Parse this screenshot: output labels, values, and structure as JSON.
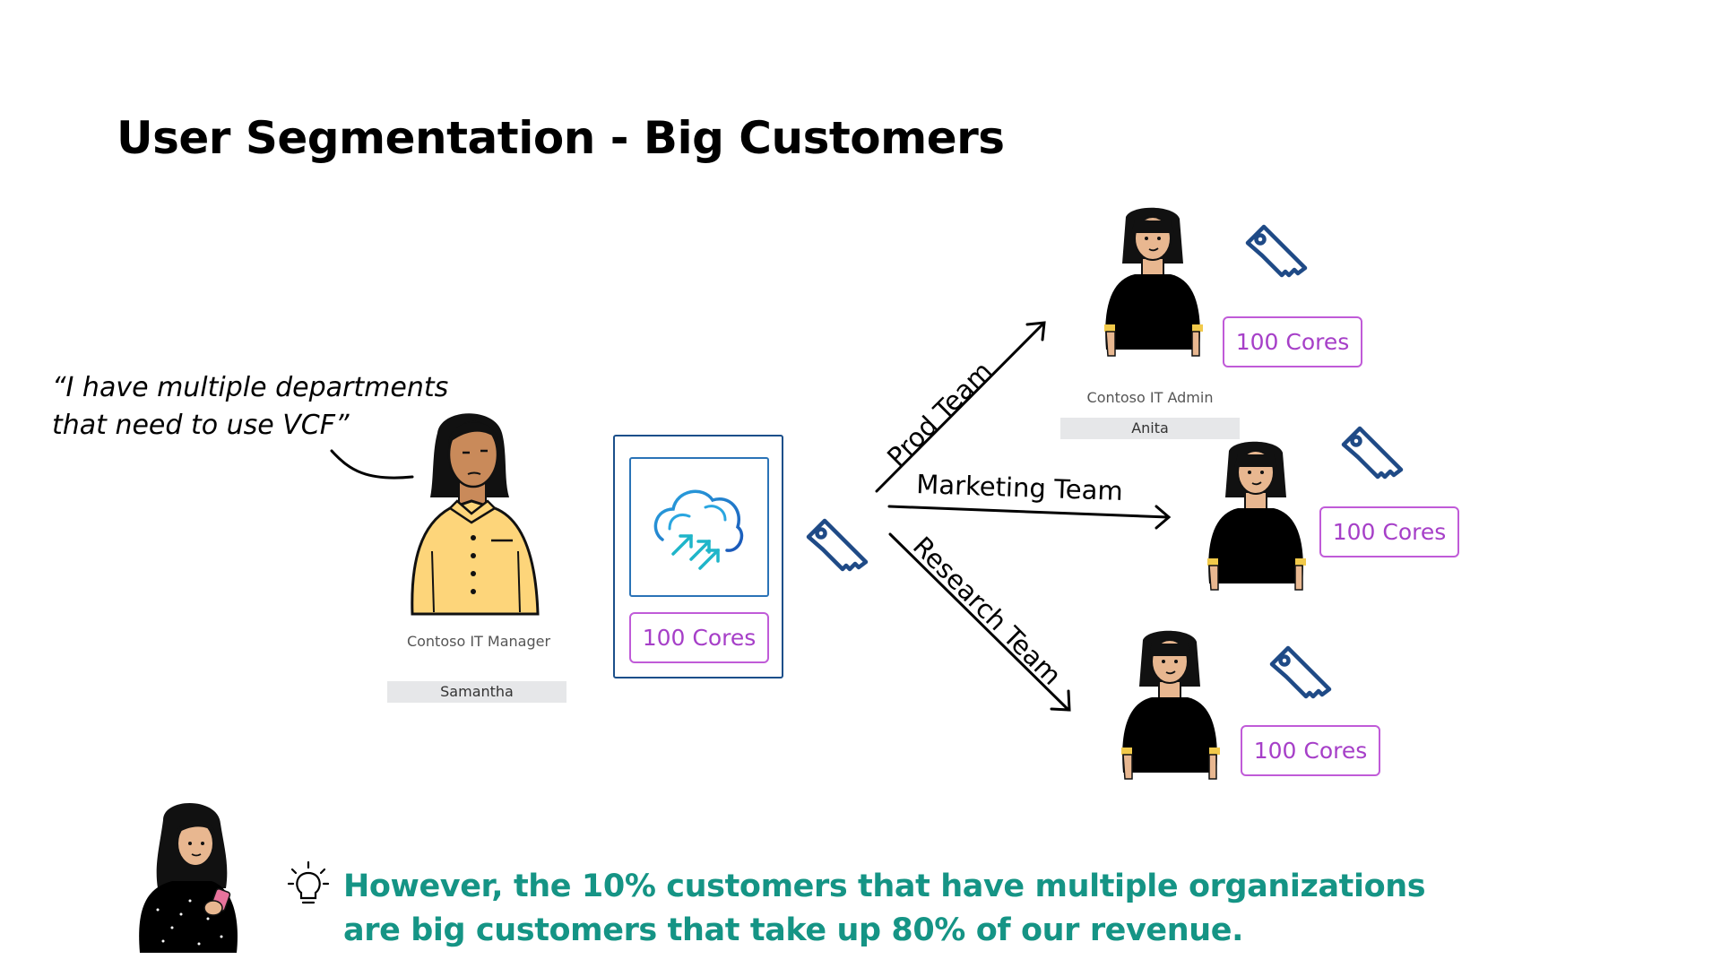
{
  "title": "User Segmentation - Big Customers",
  "quote": {
    "line1": "“I have multiple departments",
    "line2": "that need to use VCF”"
  },
  "manager": {
    "role": "Contoso IT Manager",
    "name": "Samantha"
  },
  "admin": {
    "role": "Contoso IT Admin",
    "name": "Anita"
  },
  "product": {
    "icon": "cloud-upload-icon",
    "cores": "100 Cores"
  },
  "teams": [
    {
      "label": "Prod Team",
      "cores": "100 Cores"
    },
    {
      "label": "Marketing Team",
      "cores": "100 Cores"
    },
    {
      "label": "Research Team",
      "cores": "100 Cores"
    }
  ],
  "insight": {
    "icon": "lightbulb-icon",
    "line1": "However, the 10% customers that have multiple organizations",
    "line2": "are big customers that take up 80% of our revenue."
  },
  "colors": {
    "key": "#1f4a86",
    "cores_border": "#c05bd8",
    "cores_text": "#a63fc8",
    "insight_text": "#159485",
    "product_border": "#1b4f8a"
  }
}
